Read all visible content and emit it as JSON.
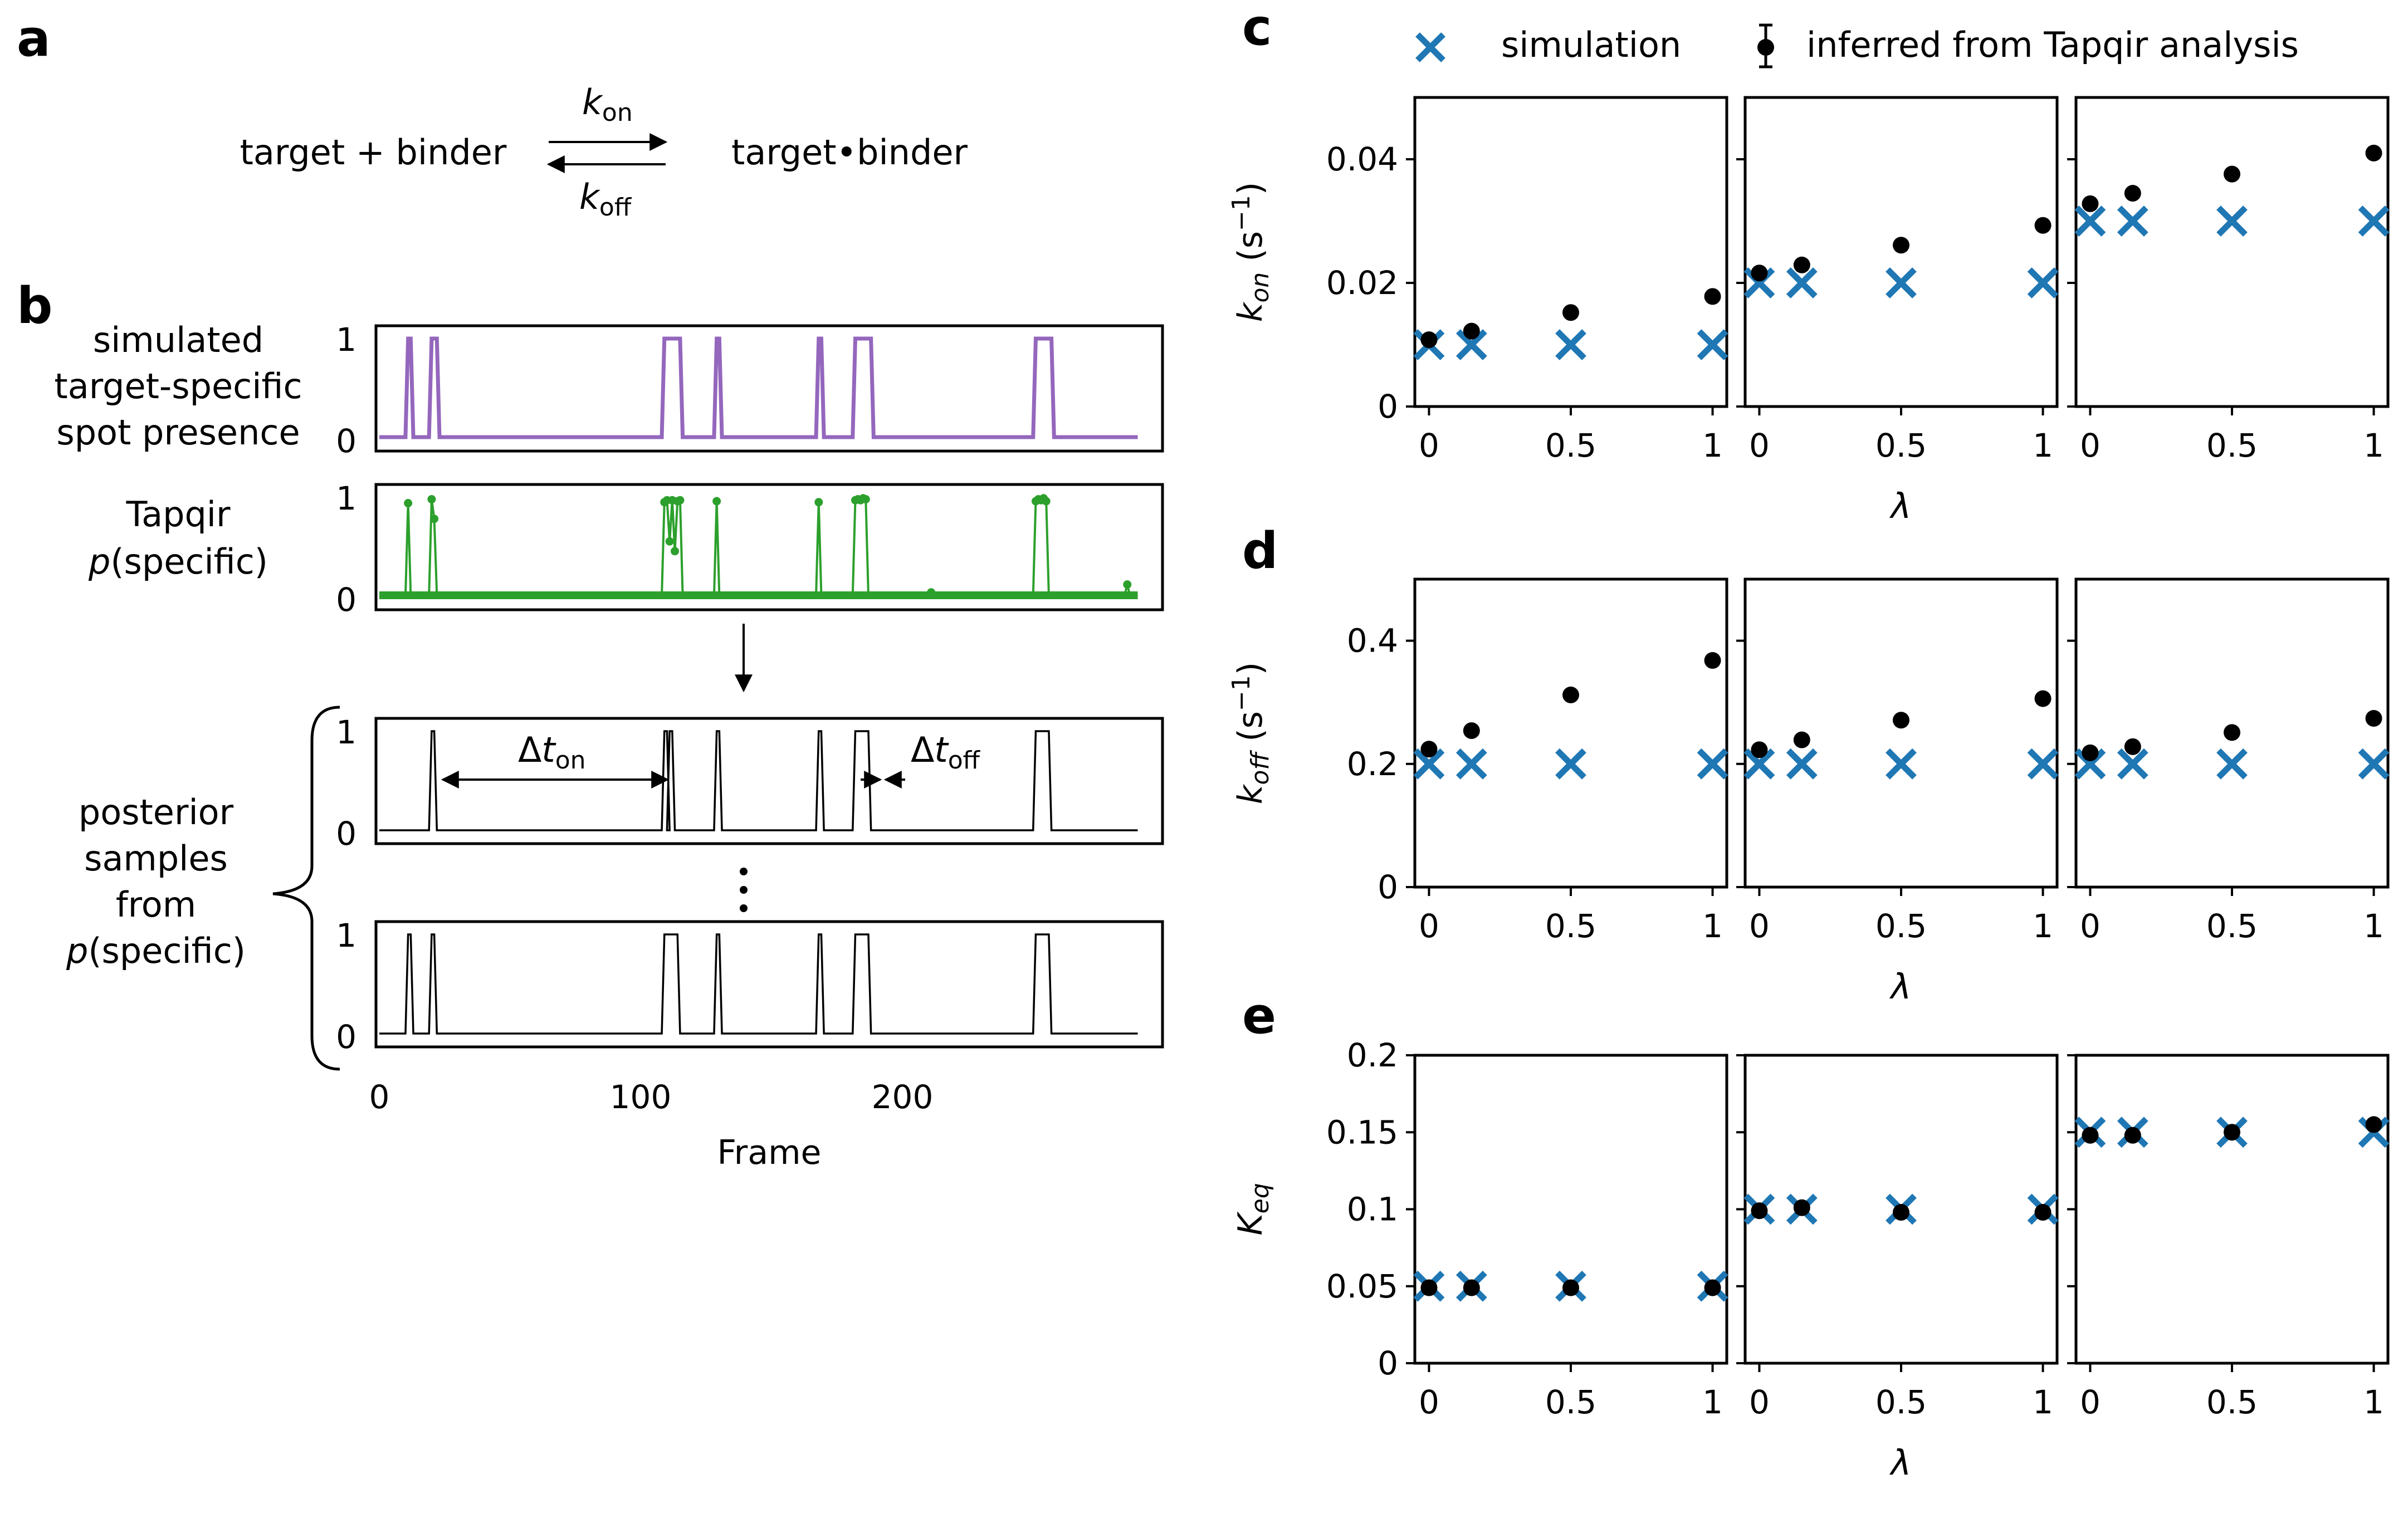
{
  "panels": {
    "a": "a",
    "b": "b",
    "c": "c",
    "d": "d",
    "e": "e"
  },
  "reaction": {
    "left": "target + binder",
    "right": "target•binder",
    "kon_base": "k",
    "kon_sub": "on",
    "koff_base": "k",
    "koff_sub": "off"
  },
  "traces": {
    "simulated_label_lines": [
      "simulated",
      "target-specific",
      "spot presence"
    ],
    "tapqir_label_line1": "Tapqir",
    "tapqir_label_line2_italic": "p",
    "tapqir_label_line2_rest": "(specific)",
    "posterior_label_lines": [
      "posterior",
      "samples",
      "from"
    ],
    "posterior_label_last_italic": "p",
    "posterior_label_last_rest": "(specific)",
    "dton_delta": "Δ",
    "dton_t": "t",
    "dton_sub": "on",
    "dtoff_delta": "Δ",
    "dtoff_t": "t",
    "dtoff_sub": "off",
    "xlabel": "Frame",
    "xticks": [
      "0",
      "100",
      "200"
    ],
    "yticks": [
      "0",
      "1"
    ],
    "xlim": [
      0,
      290
    ],
    "colors": {
      "simulated": "#9467bd",
      "tapqir": "#2ca02c",
      "sample": "#000000"
    },
    "onsets_simulated": [
      [
        11,
        12
      ],
      [
        20,
        22
      ],
      [
        109,
        115
      ],
      [
        129,
        130
      ],
      [
        168,
        169
      ],
      [
        182,
        188
      ],
      [
        251,
        257
      ]
    ],
    "samples": [
      [
        [
          20,
          21
        ],
        [
          109,
          110
        ],
        [
          111,
          112
        ],
        [
          129,
          130
        ],
        [
          168,
          169
        ],
        [
          182,
          187
        ],
        [
          251,
          256
        ]
      ],
      [
        [
          11,
          12
        ],
        [
          20,
          21
        ],
        [
          109,
          114
        ],
        [
          129,
          130
        ],
        [
          168,
          169
        ],
        [
          182,
          187
        ],
        [
          251,
          256
        ]
      ]
    ],
    "tapqir_points": [
      [
        11,
        0.94
      ],
      [
        20,
        0.98
      ],
      [
        21,
        0.78
      ],
      [
        109,
        0.95
      ],
      [
        110,
        0.97
      ],
      [
        111,
        0.55
      ],
      [
        112,
        0.97
      ],
      [
        113,
        0.45
      ],
      [
        114,
        0.96
      ],
      [
        115,
        0.97
      ],
      [
        129,
        0.96
      ],
      [
        168,
        0.95
      ],
      [
        182,
        0.97
      ],
      [
        183,
        0.98
      ],
      [
        184,
        0.97
      ],
      [
        185,
        0.99
      ],
      [
        186,
        0.98
      ],
      [
        211,
        0.03
      ],
      [
        251,
        0.96
      ],
      [
        252,
        0.98
      ],
      [
        253,
        0.97
      ],
      [
        254,
        0.99
      ],
      [
        255,
        0.96
      ],
      [
        286,
        0.11
      ]
    ]
  },
  "legend": {
    "simulation": "simulation",
    "inferred": "inferred from Tapqir analysis"
  },
  "colors": {
    "simulation": "#1f77b4",
    "inferred": "#000000"
  },
  "chart_data": [
    {
      "type": "scatter",
      "panel": "c",
      "ylabel_base": "k",
      "ylabel_sub": "on",
      "ylabel_unit_open": " (s",
      "ylabel_unit_exp": "−1",
      "ylabel_unit_close": ")",
      "xlabel": "λ",
      "xticks": [
        "0",
        "0.5",
        "1"
      ],
      "yticks": [
        "0",
        "0.02",
        "0.04"
      ],
      "xlim": [
        -0.05,
        1.05
      ],
      "ylim": [
        0,
        0.05
      ],
      "ytick_values": [
        0,
        0.02,
        0.04
      ],
      "subplots": [
        {
          "x": [
            0,
            0.15,
            0.5,
            1
          ],
          "simulation": [
            0.01,
            0.01,
            0.01,
            0.01
          ],
          "inferred": [
            0.0108,
            0.0122,
            0.0152,
            0.0178
          ]
        },
        {
          "x": [
            0,
            0.15,
            0.5,
            1
          ],
          "simulation": [
            0.02,
            0.02,
            0.02,
            0.02
          ],
          "inferred": [
            0.0216,
            0.0229,
            0.0261,
            0.0293
          ]
        },
        {
          "x": [
            0,
            0.15,
            0.5,
            1
          ],
          "simulation": [
            0.03,
            0.03,
            0.03,
            0.03
          ],
          "inferred": [
            0.0328,
            0.0345,
            0.0376,
            0.041
          ]
        }
      ]
    },
    {
      "type": "scatter",
      "panel": "d",
      "ylabel_base": "k",
      "ylabel_sub": "off",
      "ylabel_unit_open": " (s",
      "ylabel_unit_exp": "−1",
      "ylabel_unit_close": ")",
      "xlabel": "λ",
      "xticks": [
        "0",
        "0.5",
        "1"
      ],
      "yticks": [
        "0",
        "0.2",
        "0.4"
      ],
      "xlim": [
        -0.05,
        1.05
      ],
      "ylim": [
        0,
        0.5
      ],
      "ytick_values": [
        0,
        0.2,
        0.4
      ],
      "subplots": [
        {
          "x": [
            0,
            0.15,
            0.5,
            1
          ],
          "simulation": [
            0.2,
            0.2,
            0.2,
            0.2
          ],
          "inferred": [
            0.224,
            0.254,
            0.312,
            0.368
          ]
        },
        {
          "x": [
            0,
            0.15,
            0.5,
            1
          ],
          "simulation": [
            0.2,
            0.2,
            0.2,
            0.2
          ],
          "inferred": [
            0.223,
            0.239,
            0.271,
            0.306
          ]
        },
        {
          "x": [
            0,
            0.15,
            0.5,
            1
          ],
          "simulation": [
            0.2,
            0.2,
            0.2,
            0.2
          ],
          "inferred": [
            0.218,
            0.228,
            0.251,
            0.274
          ]
        }
      ]
    },
    {
      "type": "scatter",
      "panel": "e",
      "ylabel_base": "K",
      "ylabel_sub": "eq",
      "ylabel_unit_open": "",
      "ylabel_unit_exp": "",
      "ylabel_unit_close": "",
      "xlabel": "λ",
      "xticks": [
        "0",
        "0.5",
        "1"
      ],
      "yticks": [
        "0",
        "0.05",
        "0.1",
        "0.15",
        "0.2"
      ],
      "xlim": [
        -0.05,
        1.05
      ],
      "ylim": [
        0,
        0.2
      ],
      "ytick_values": [
        0,
        0.05,
        0.1,
        0.15,
        0.2
      ],
      "subplots": [
        {
          "x": [
            0,
            0.15,
            0.5,
            1
          ],
          "simulation": [
            0.05,
            0.05,
            0.05,
            0.05
          ],
          "inferred": [
            0.049,
            0.049,
            0.049,
            0.049
          ]
        },
        {
          "x": [
            0,
            0.15,
            0.5,
            1
          ],
          "simulation": [
            0.1,
            0.1,
            0.1,
            0.1
          ],
          "inferred": [
            0.099,
            0.101,
            0.098,
            0.098
          ]
        },
        {
          "x": [
            0,
            0.15,
            0.5,
            1
          ],
          "simulation": [
            0.15,
            0.15,
            0.15,
            0.15
          ],
          "inferred": [
            0.148,
            0.148,
            0.15,
            0.155
          ]
        }
      ]
    }
  ]
}
